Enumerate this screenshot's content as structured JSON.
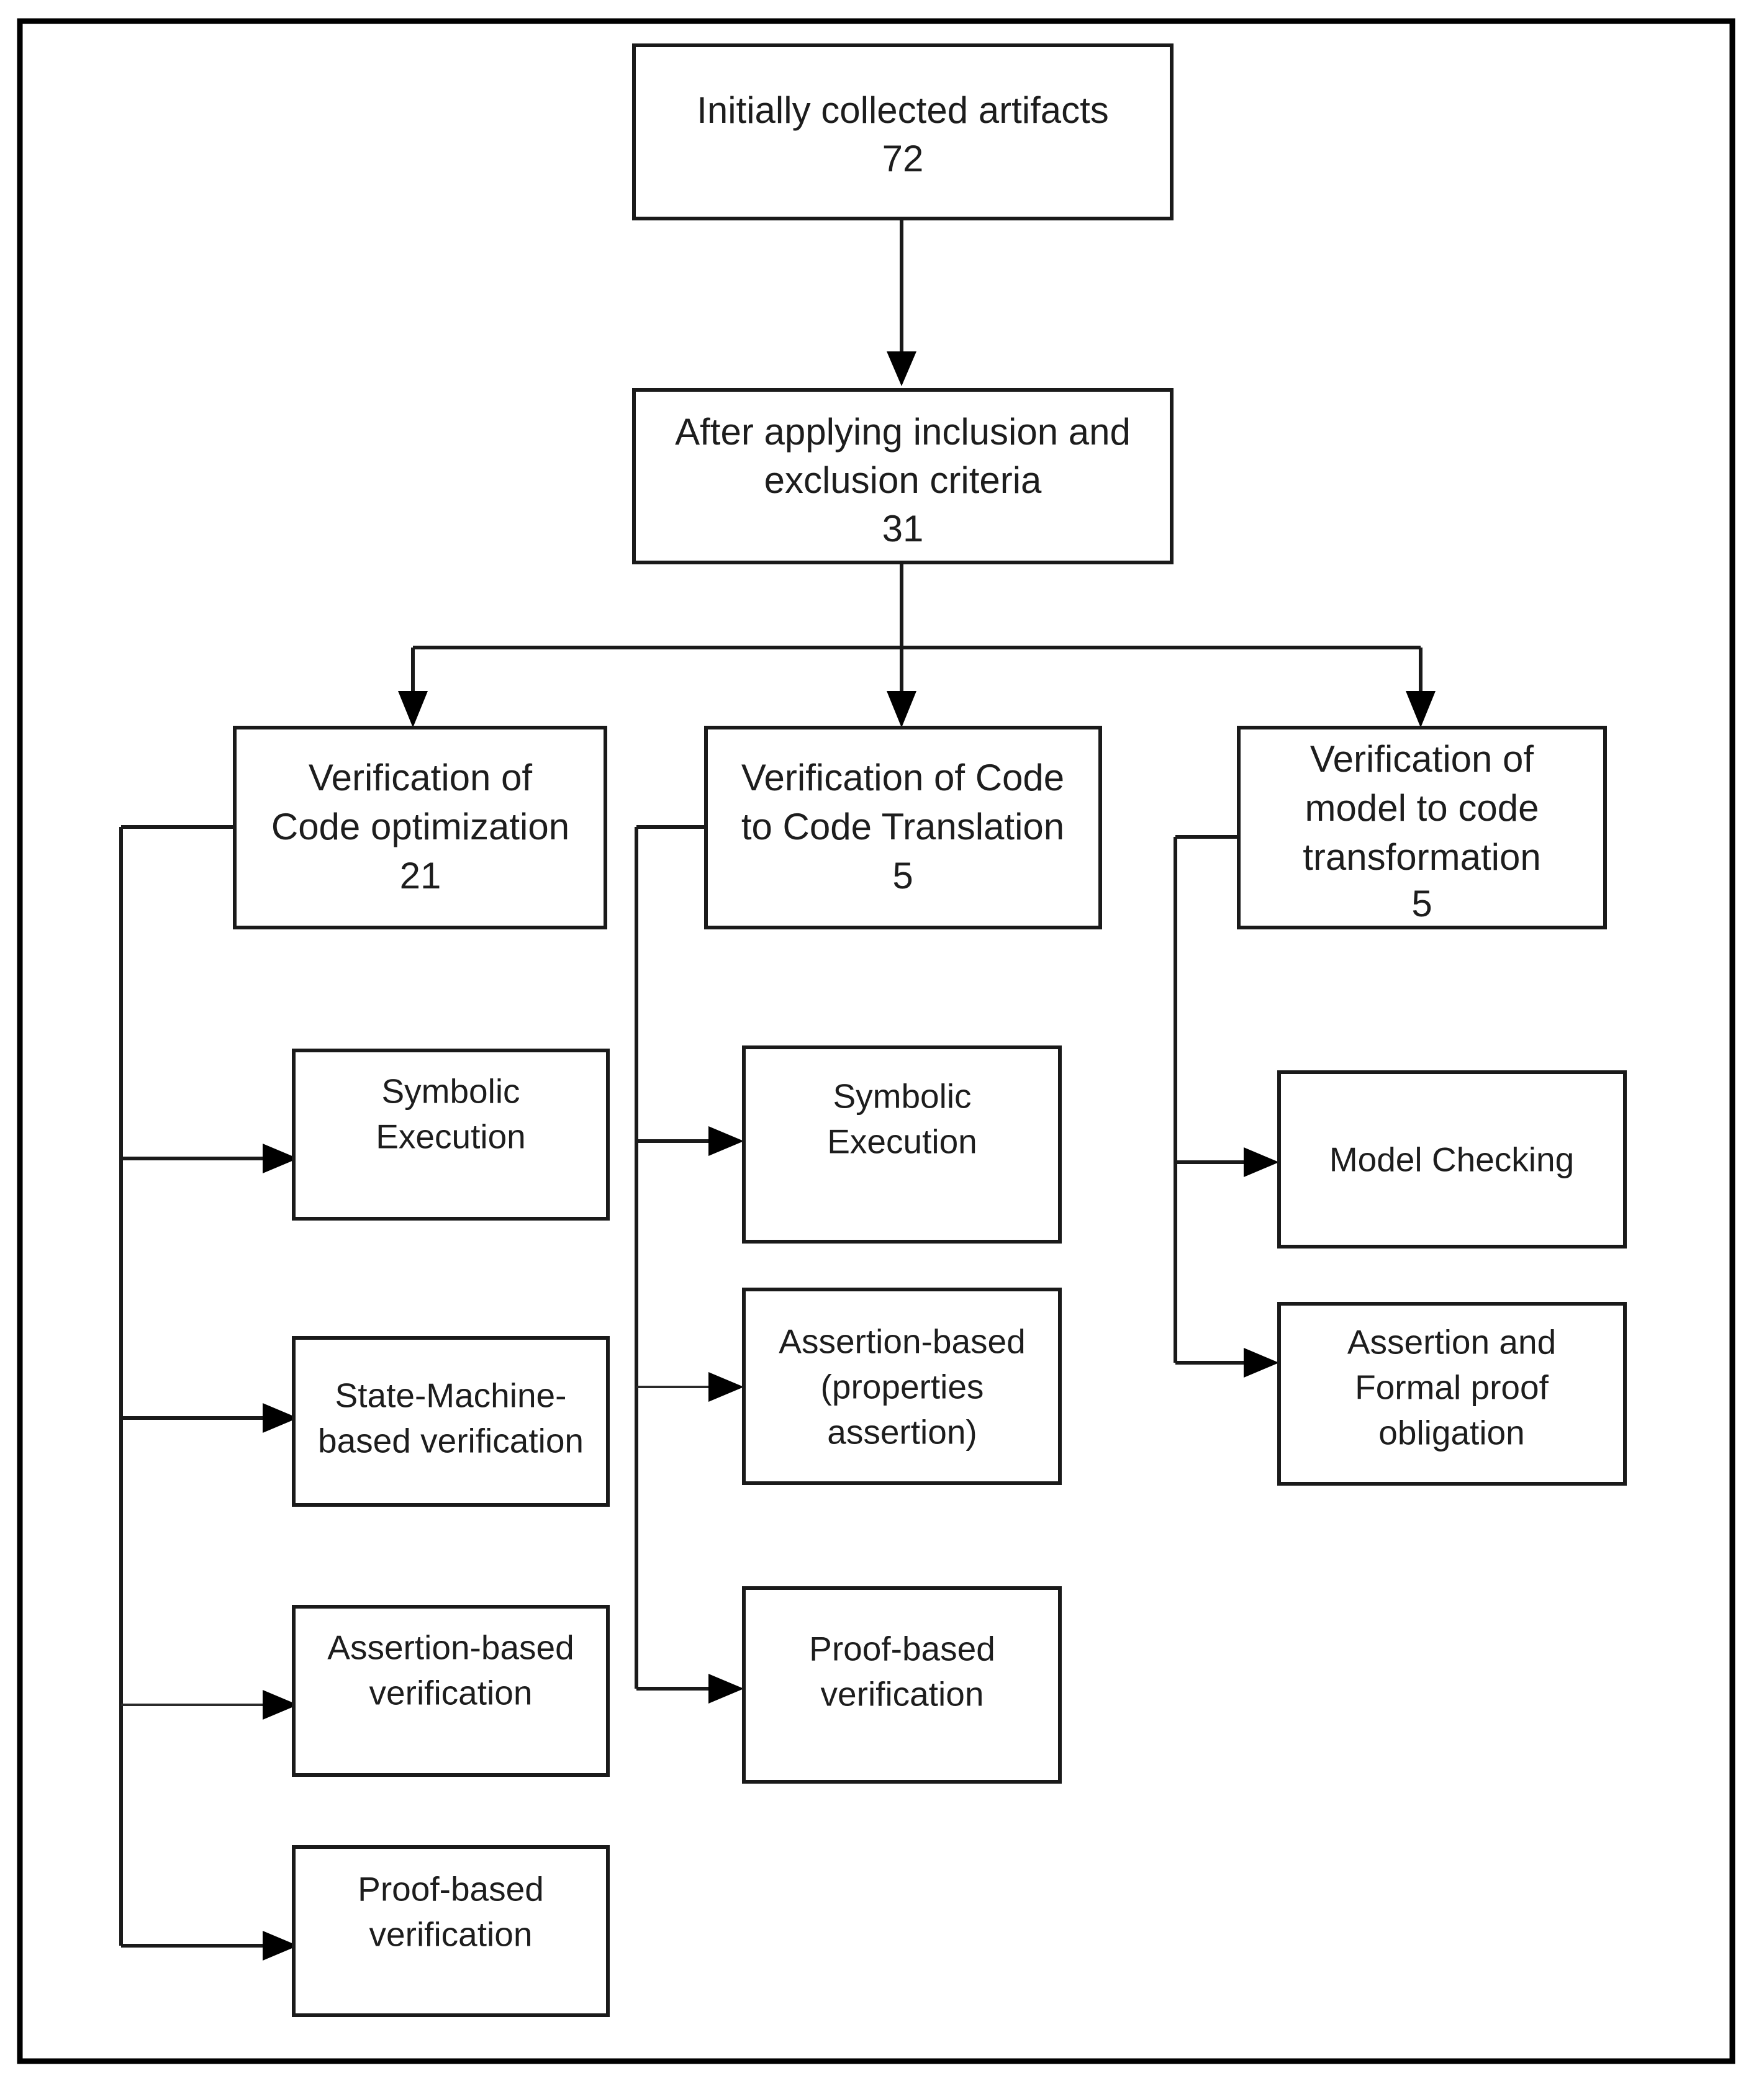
{
  "diagram": {
    "title": "Artifact selection and verification categorization flowchart",
    "frame_color": "#000000",
    "box_border_color": "#1a1a1a",
    "text_color": "#1d1d1d",
    "background": "#ffffff",
    "nodes": {
      "initial": {
        "line1": "Initially collected artifacts",
        "line2": "72",
        "count": 72
      },
      "after_criteria": {
        "line1": "After applying inclusion and",
        "line2": "exclusion criteria",
        "line3": "31",
        "count": 31
      },
      "cat_code_optimization": {
        "line1": "Verification of",
        "line2": "Code optimization",
        "line3": "21",
        "count": 21
      },
      "cat_code_translation": {
        "line1": "Verification of Code",
        "line2": "to Code Translation",
        "line3": "5",
        "count": 5
      },
      "cat_model_transformation": {
        "line1": "Verification of",
        "line2": "model to code",
        "line3": "transformation",
        "line4": "5",
        "count": 5
      },
      "opt_symbolic_execution": {
        "line1": "Symbolic",
        "line2": "Execution"
      },
      "opt_state_machine": {
        "line1": "State-Machine-",
        "line2": "based verification"
      },
      "opt_assertion_based": {
        "line1": "Assertion-based",
        "line2": "verification"
      },
      "opt_proof_based": {
        "line1": "Proof-based",
        "line2": "verification"
      },
      "trans_symbolic_execution": {
        "line1": "Symbolic",
        "line2": "Execution"
      },
      "trans_assertion_based": {
        "line1": "Assertion-based",
        "line2": "(properties",
        "line3": "assertion)"
      },
      "trans_proof_based": {
        "line1": "Proof-based",
        "line2": "verification"
      },
      "model_checking": {
        "line1": "Model Checking"
      },
      "model_assertion_formal": {
        "line1": "Assertion and",
        "line2": "Formal proof",
        "line3": "obligation"
      }
    }
  }
}
